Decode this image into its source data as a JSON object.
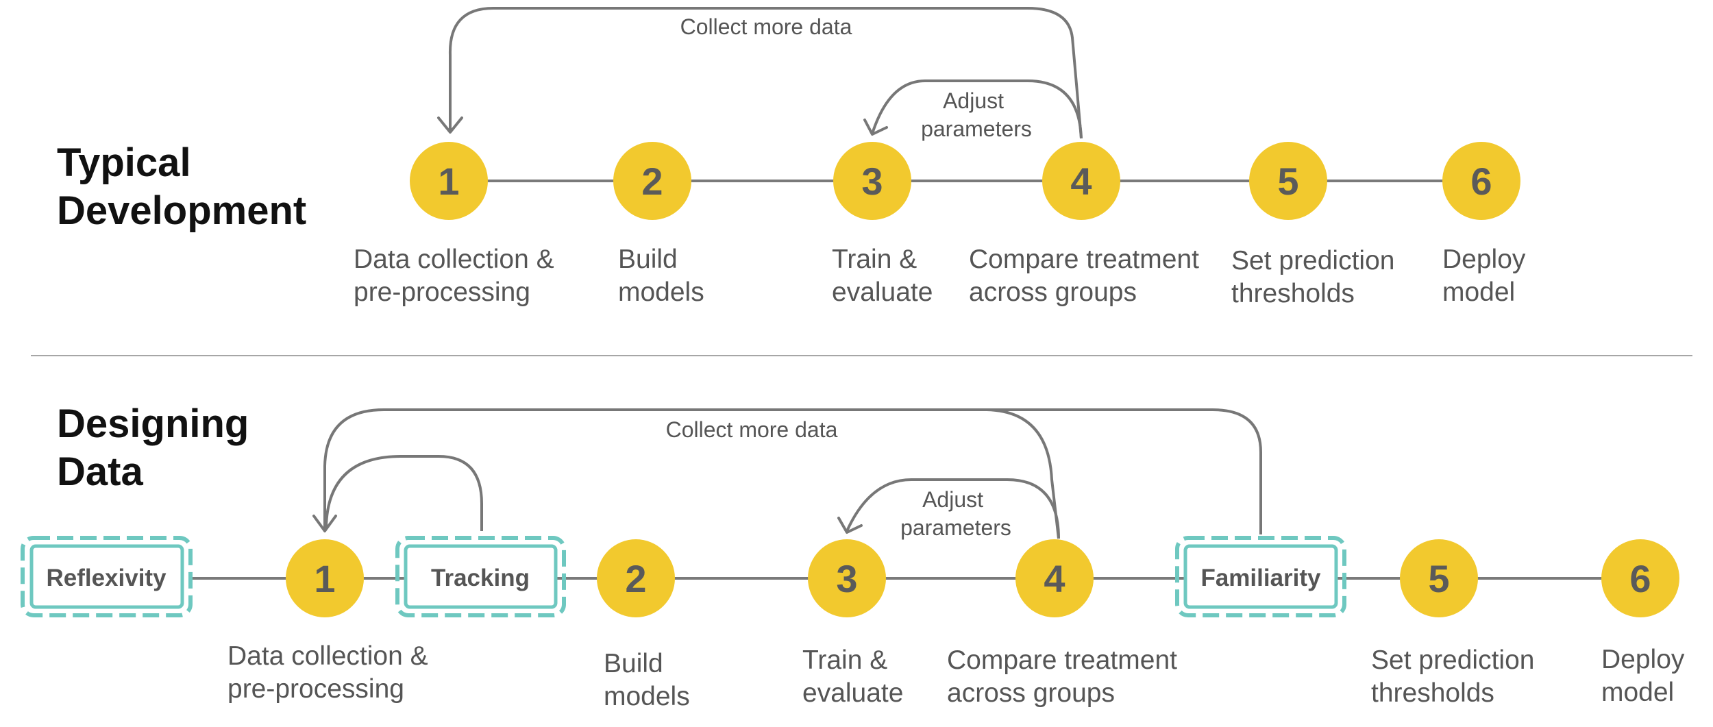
{
  "colors": {
    "node_fill": "#F2C92E",
    "node_number": "#5A5A5A",
    "box_stroke": "#6EC8C0",
    "line": "#7A7A7A",
    "text": "#555555",
    "title": "#111111"
  },
  "typical": {
    "title_lines": [
      "Typical",
      "Development"
    ],
    "steps": [
      {
        "num": "1",
        "label": [
          "Data collection &",
          "pre-processing"
        ]
      },
      {
        "num": "2",
        "label": [
          "Build",
          "models"
        ]
      },
      {
        "num": "3",
        "label": [
          "Train &",
          "evaluate"
        ]
      },
      {
        "num": "4",
        "label": [
          "Compare treatment",
          "across groups"
        ]
      },
      {
        "num": "5",
        "label": [
          "Set prediction",
          "thresholds"
        ]
      },
      {
        "num": "6",
        "label": [
          "Deploy",
          "model"
        ]
      }
    ],
    "loops": {
      "collect_more_data": "Collect more data",
      "adjust_parameters": [
        "Adjust",
        "parameters"
      ]
    }
  },
  "designing": {
    "title_lines": [
      "Designing",
      "Data"
    ],
    "boxes": {
      "reflexivity": "Reflexivity",
      "tracking": "Tracking",
      "familiarity": "Familiarity"
    },
    "steps": [
      {
        "num": "1",
        "label": [
          "Data collection &",
          "pre-processing"
        ]
      },
      {
        "num": "2",
        "label": [
          "Build",
          "models"
        ]
      },
      {
        "num": "3",
        "label": [
          "Train &",
          "evaluate"
        ]
      },
      {
        "num": "4",
        "label": [
          "Compare treatment",
          "across groups"
        ]
      },
      {
        "num": "5",
        "label": [
          "Set prediction",
          "thresholds"
        ]
      },
      {
        "num": "6",
        "label": [
          "Deploy",
          "model"
        ]
      }
    ],
    "loops": {
      "collect_more_data": "Collect more data",
      "adjust_parameters": [
        "Adjust",
        "parameters"
      ]
    }
  }
}
